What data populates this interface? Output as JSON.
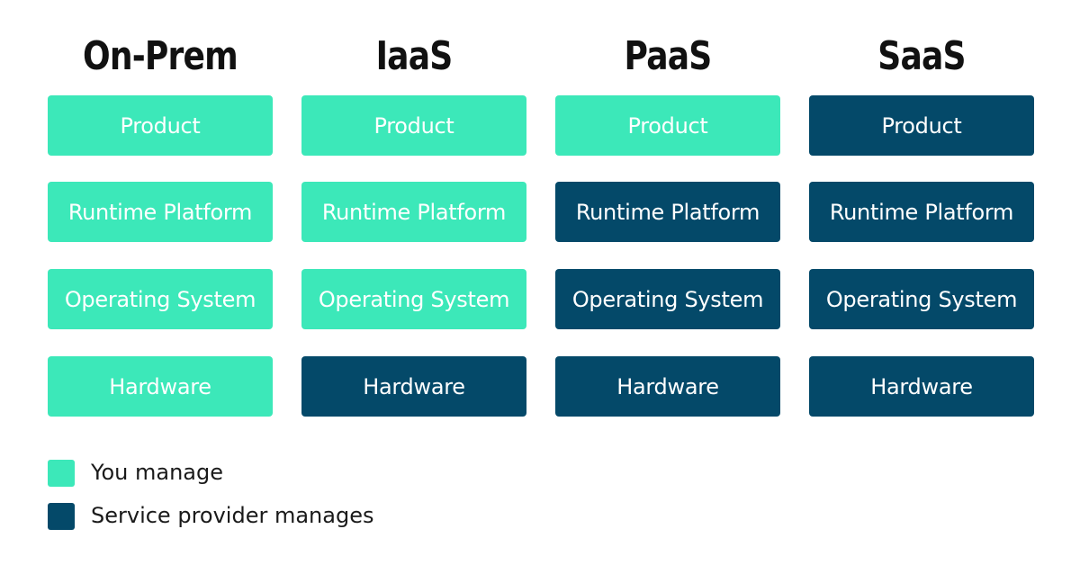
{
  "colors": {
    "you_manage": "#3ce8b9",
    "provider_manages": "#044969"
  },
  "columns": [
    {
      "title": "On-Prem",
      "layers": [
        {
          "label": "Product",
          "managed_by": "you"
        },
        {
          "label": "Runtime Platform",
          "managed_by": "you"
        },
        {
          "label": "Operating System",
          "managed_by": "you"
        },
        {
          "label": "Hardware",
          "managed_by": "you"
        }
      ]
    },
    {
      "title": "IaaS",
      "layers": [
        {
          "label": "Product",
          "managed_by": "you"
        },
        {
          "label": "Runtime Platform",
          "managed_by": "you"
        },
        {
          "label": "Operating System",
          "managed_by": "you"
        },
        {
          "label": "Hardware",
          "managed_by": "provider"
        }
      ]
    },
    {
      "title": "PaaS",
      "layers": [
        {
          "label": "Product",
          "managed_by": "you"
        },
        {
          "label": "Runtime Platform",
          "managed_by": "provider"
        },
        {
          "label": "Operating System",
          "managed_by": "provider"
        },
        {
          "label": "Hardware",
          "managed_by": "provider"
        }
      ]
    },
    {
      "title": "SaaS",
      "layers": [
        {
          "label": "Product",
          "managed_by": "provider"
        },
        {
          "label": "Runtime Platform",
          "managed_by": "provider"
        },
        {
          "label": "Operating System",
          "managed_by": "provider"
        },
        {
          "label": "Hardware",
          "managed_by": "provider"
        }
      ]
    }
  ],
  "legend": [
    {
      "label": "You manage",
      "key": "you"
    },
    {
      "label": "Service provider manages",
      "key": "provider"
    }
  ]
}
